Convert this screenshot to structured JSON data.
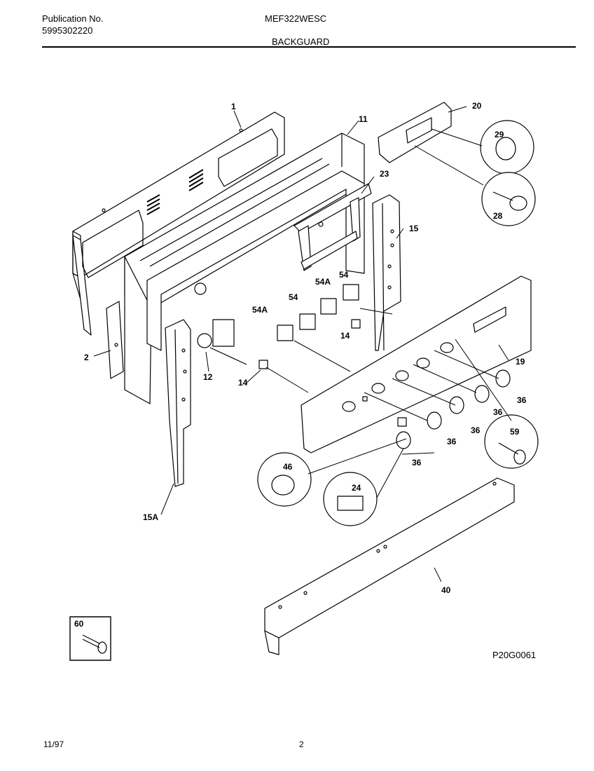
{
  "header": {
    "publication_label": "Publication No.",
    "publication_number": "5995302220",
    "model": "MEF322WESC",
    "section": "BACKGUARD"
  },
  "diagram": {
    "figure_id": "P20G0061",
    "callouts": {
      "c1": "1",
      "c11": "11",
      "c20": "20",
      "c29": "29",
      "c28": "28",
      "c23": "23",
      "c15": "15",
      "c54a_top": "54A",
      "c54_top": "54",
      "c54": "54",
      "c54a": "54A",
      "c14_right": "14",
      "c2": "2",
      "c12": "12",
      "c14": "14",
      "c19": "19",
      "c36_1": "36",
      "c36_2": "36",
      "c36_3": "36",
      "c36_4": "36",
      "c36_5": "36",
      "c59": "59",
      "c46": "46",
      "c24": "24",
      "c15a": "15A",
      "c40": "40",
      "c60": "60"
    }
  },
  "footer": {
    "date": "11/97",
    "page": "2"
  }
}
